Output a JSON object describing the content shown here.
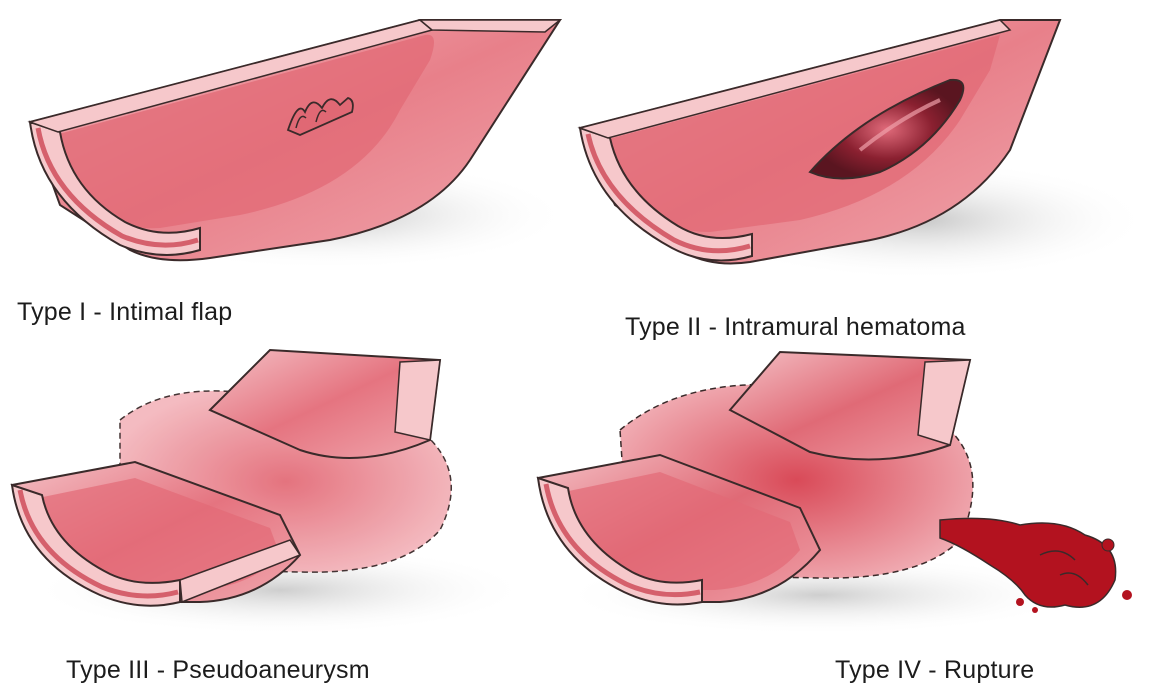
{
  "captions": {
    "type1": "Type I - Intimal flap",
    "type2": "Type II - Intramural hematoma",
    "type3": "Type III - Pseudoaneurysm",
    "type4": "Type IV - Rupture"
  },
  "colors": {
    "vessel_light": "#f4b9be",
    "vessel_mid": "#e87a84",
    "vessel_dark": "#c9404f",
    "wall_edge": "#f6c8cb",
    "outline": "#3a2a2a",
    "shadow": "#c8c8c8",
    "hematoma": "#7a1e2a",
    "blood": "#b3121f"
  }
}
